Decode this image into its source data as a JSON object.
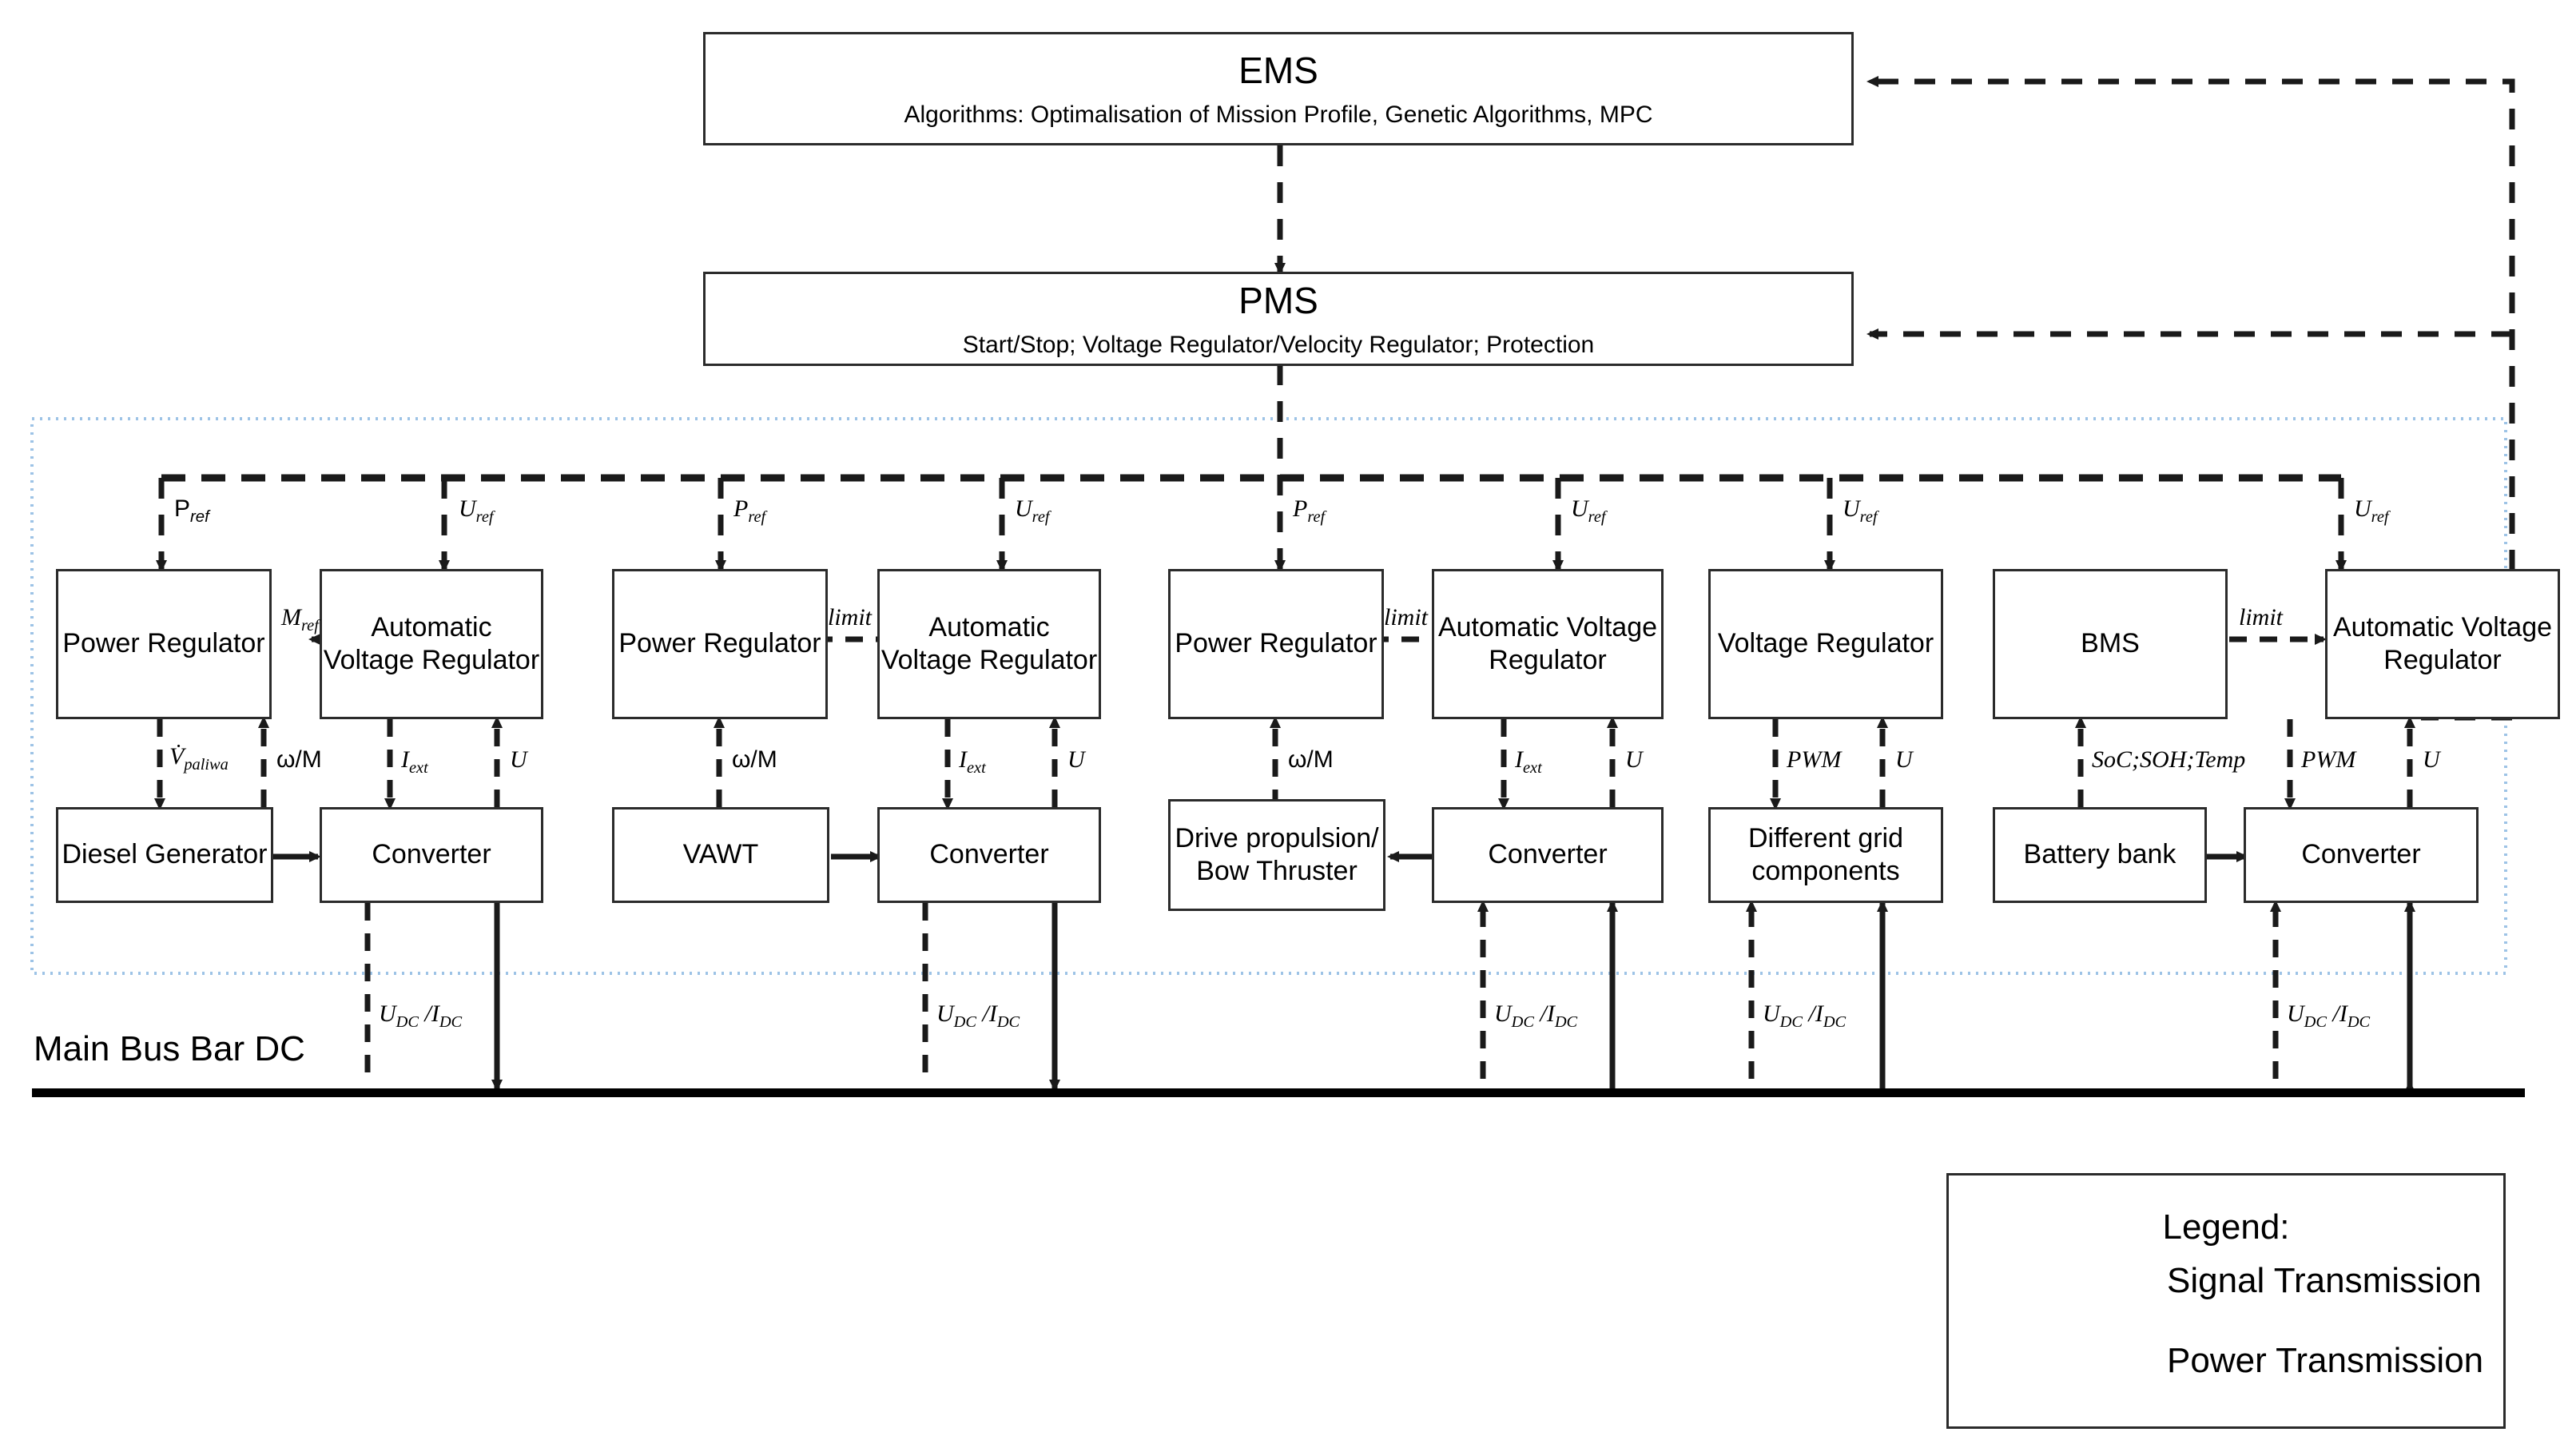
{
  "diagram": {
    "title_top": "EMS",
    "bus_label": "Main Bus Bar DC"
  },
  "supervisory": [
    {
      "id": "ems",
      "title": "EMS",
      "subtitle": "Algorithms: Optimalisation of Mission Profile, Genetic Algorithms, MPC"
    },
    {
      "id": "pms",
      "title": "PMS",
      "subtitle": "Start/Stop;  Voltage Regulator/Velocity Regulator; Protection"
    }
  ],
  "groups": [
    {
      "id": "diesel",
      "controllers": [
        {
          "id": "power-regulator-1",
          "label": "Power Regulator",
          "ref": "P",
          "ref_sub": "ref"
        },
        {
          "id": "avr-1",
          "label": "Automatic Voltage Regulator",
          "ref": "U",
          "ref_sub": "ref"
        }
      ],
      "link_label": "M",
      "link_label_sub": "ref",
      "link_dir": "left",
      "plant": {
        "id": "diesel-generator",
        "label": "Diesel Generator"
      },
      "converter": {
        "id": "converter-1",
        "label": "Converter"
      },
      "power_dir": "right",
      "signals": [
        {
          "name": "V̇",
          "sub": "paliwa",
          "dir": "down"
        },
        {
          "name": "ω/M",
          "sub": "",
          "dir": "up"
        },
        {
          "name": "I",
          "sub": "ext",
          "dir": "down"
        },
        {
          "name": "U",
          "sub": "",
          "dir": "up"
        }
      ],
      "bus_label": "U<sub>DC</sub> /I<sub>DC</sub>",
      "bus_power_dir": "down"
    },
    {
      "id": "vawt",
      "controllers": [
        {
          "id": "power-regulator-2",
          "label": "Power Regulator",
          "ref": "P",
          "ref_sub": "ref"
        },
        {
          "id": "avr-2",
          "label": "Automatic Voltage Regulator",
          "ref": "U",
          "ref_sub": "ref"
        }
      ],
      "link_label": "limit",
      "link_label_sub": "",
      "link_dir": "right",
      "plant": {
        "id": "vawt",
        "label": "VAWT"
      },
      "converter": {
        "id": "converter-2",
        "label": "Converter"
      },
      "power_dir": "right",
      "signals": [
        {
          "name": "ω/M",
          "sub": "",
          "dir": "up"
        },
        {
          "name": "I",
          "sub": "ext",
          "dir": "down"
        },
        {
          "name": "U",
          "sub": "",
          "dir": "up"
        }
      ],
      "bus_label": "U<sub>DC</sub> /I<sub>DC</sub>",
      "bus_power_dir": "down"
    },
    {
      "id": "propulsion",
      "controllers": [
        {
          "id": "power-regulator-3",
          "label": "Power Regulator",
          "ref": "P",
          "ref_sub": "ref"
        },
        {
          "id": "avr-3",
          "label": "Automatic Voltage Regulator",
          "ref": "U",
          "ref_sub": "ref"
        }
      ],
      "link_label": "limit",
      "link_label_sub": "",
      "link_dir": "right",
      "plant": {
        "id": "drive-propulsion",
        "label": "Drive propulsion/ Bow Thruster"
      },
      "converter": {
        "id": "converter-3",
        "label": "Converter"
      },
      "power_dir": "left",
      "signals": [
        {
          "name": "ω/M",
          "sub": "",
          "dir": "up"
        },
        {
          "name": "I",
          "sub": "ext",
          "dir": "down"
        },
        {
          "name": "U",
          "sub": "",
          "dir": "up"
        }
      ],
      "bus_label": "U<sub>DC</sub> /I<sub>DC</sub>",
      "bus_power_dir": "up"
    },
    {
      "id": "grid",
      "controllers": [
        {
          "id": "voltage-regulator-4",
          "label": "Voltage Regulator",
          "ref": "U",
          "ref_sub": "ref"
        }
      ],
      "link_label": "",
      "link_label_sub": "",
      "link_dir": "none",
      "plant": {
        "id": "different-grid-components",
        "label": "Different grid components"
      },
      "converter": null,
      "power_dir": "none",
      "signals": [
        {
          "name": "PWM",
          "sub": "",
          "dir": "down"
        },
        {
          "name": "U",
          "sub": "",
          "dir": "up"
        }
      ],
      "bus_label": "U<sub>DC</sub> /I<sub>DC</sub>",
      "bus_power_dir": "up"
    },
    {
      "id": "battery",
      "controllers": [
        {
          "id": "bms",
          "label": "BMS",
          "ref": "",
          "ref_sub": ""
        },
        {
          "id": "avr-5",
          "label": "Automatic Voltage Regulator",
          "ref": "U",
          "ref_sub": "ref"
        }
      ],
      "link_label": "limit",
      "link_label_sub": "",
      "link_dir": "right",
      "plant": {
        "id": "battery-bank",
        "label": "Battery bank"
      },
      "converter": {
        "id": "converter-5",
        "label": "Converter"
      },
      "power_dir": "both",
      "signals": [
        {
          "name": "SoC; SOH; Temp",
          "sub": "",
          "dir": "up"
        },
        {
          "name": "PWM",
          "sub": "",
          "dir": "down"
        },
        {
          "name": "U",
          "sub": "",
          "dir": "up"
        }
      ],
      "bus_label": "U<sub>DC</sub> /I<sub>DC</sub>",
      "bus_power_dir": "both"
    }
  ],
  "legend": {
    "title": "Legend:",
    "rows": [
      {
        "id": "signal",
        "style": "dashed",
        "label": "Signal Transmission"
      },
      {
        "id": "power",
        "style": "solid",
        "label": "Power Transmission"
      }
    ]
  },
  "colors": {
    "line": "#1a1a1a",
    "boxborder": "#2b2b2b",
    "dottedregion": "#9dc3e6",
    "background": "#ffffff"
  }
}
